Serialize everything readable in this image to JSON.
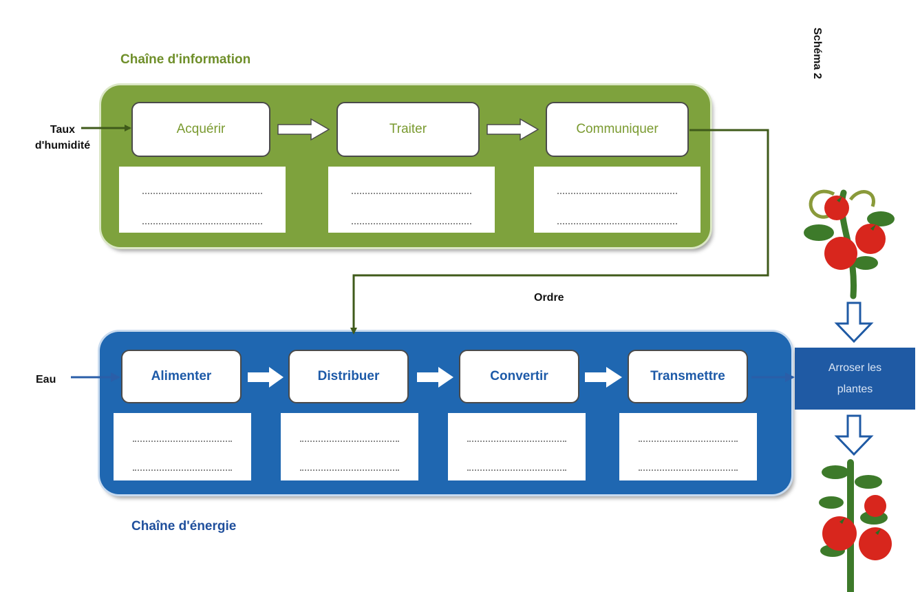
{
  "schema_label": "Schéma 2",
  "info_chain": {
    "title": "Chaîne d'information",
    "input_label_line1": "Taux",
    "input_label_line2": "d'humidité",
    "actions": [
      "Acquérir",
      "Traiter",
      "Communiquer"
    ]
  },
  "order_label": "Ordre",
  "energy_chain": {
    "title": "Chaîne d'énergie",
    "input_label": "Eau",
    "actions": [
      "Alimenter",
      "Distribuer",
      "Convertir",
      "Transmettre"
    ]
  },
  "output_box": {
    "line1": "Arroser les",
    "line2": "plantes"
  },
  "colors": {
    "info_green": "#7ea23d",
    "info_text": "#6f8f2a",
    "energy_blue": "#1f67b1",
    "energy_text": "#1f4f9c",
    "arrow_blue": "#2a5ea8",
    "wire": "#3f5a1a"
  }
}
